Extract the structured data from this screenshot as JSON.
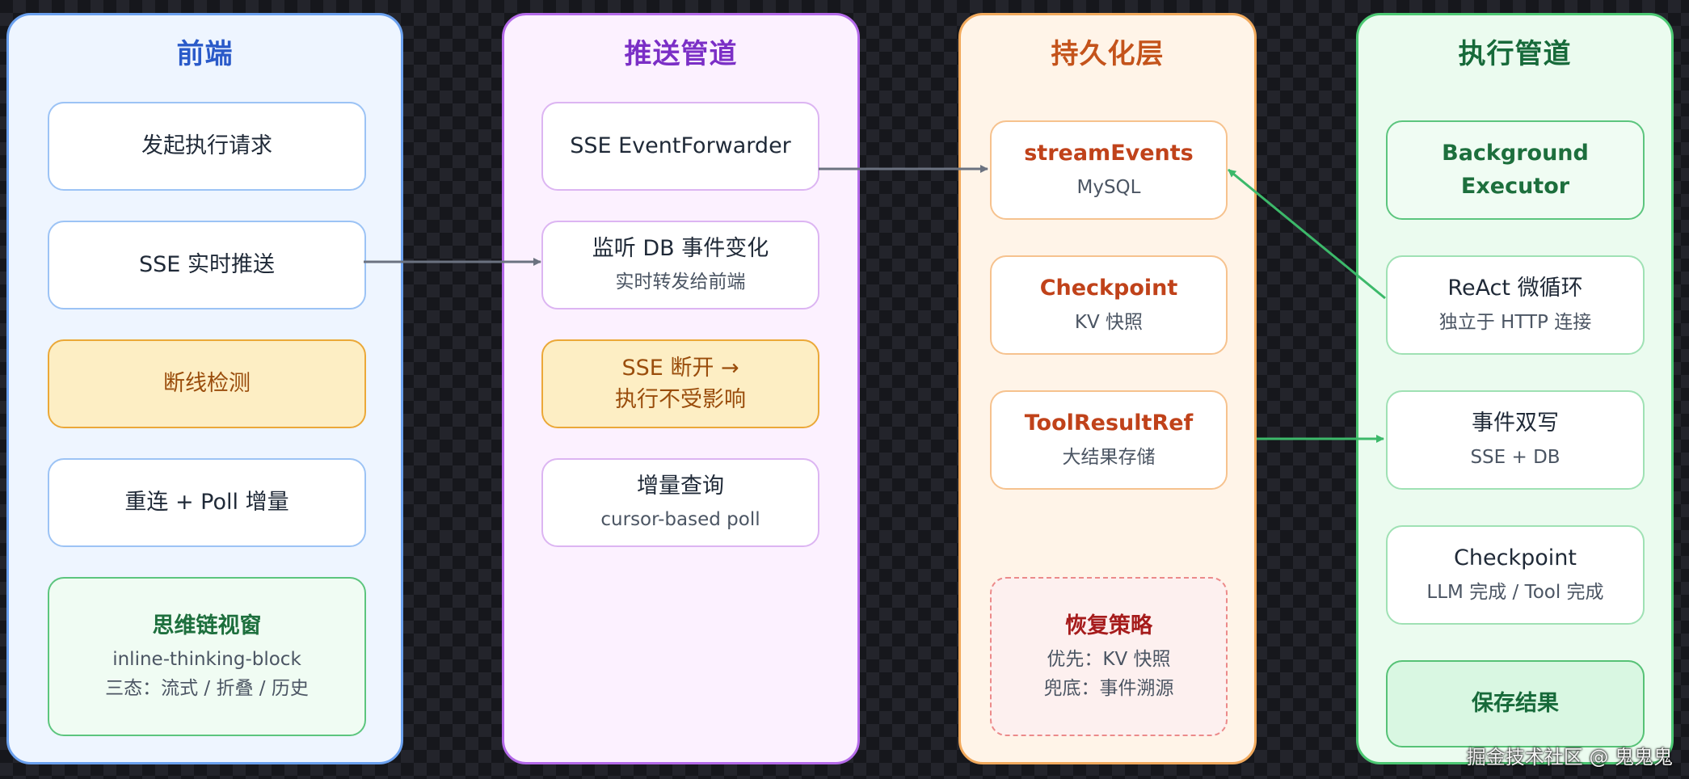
{
  "columns": {
    "frontend": {
      "title": "前端",
      "nodes": [
        {
          "title": "发起执行请求"
        },
        {
          "title": "SSE 实时推送"
        },
        {
          "title": "断线检测"
        },
        {
          "title": "重连 + Poll 增量"
        },
        {
          "title": "思维链视窗",
          "sub": "inline-thinking-block",
          "sub2": "三态：流式 / 折叠 / 历史"
        }
      ]
    },
    "push": {
      "title": "推送管道",
      "nodes": [
        {
          "title": "SSE EventForwarder"
        },
        {
          "title": "监听 DB 事件变化",
          "sub": "实时转发给前端"
        },
        {
          "title": "SSE 断开 →",
          "title2": "执行不受影响"
        },
        {
          "title": "增量查询",
          "sub": "cursor-based poll"
        }
      ]
    },
    "persist": {
      "title": "持久化层",
      "nodes": [
        {
          "title": "streamEvents",
          "sub": "MySQL"
        },
        {
          "title": "Checkpoint",
          "sub": "KV 快照"
        },
        {
          "title": "ToolResultRef",
          "sub": "大结果存储"
        },
        {
          "title": "恢复策略",
          "sub": "优先：KV 快照",
          "sub2": "兜底：事件溯源"
        }
      ]
    },
    "exec": {
      "title": "执行管道",
      "nodes": [
        {
          "title": "Background",
          "title2": "Executor"
        },
        {
          "title": "ReAct 微循环",
          "sub": "独立于 HTTP 连接"
        },
        {
          "title": "事件双写",
          "sub": "SSE + DB"
        },
        {
          "title": "Checkpoint",
          "sub": "LLM 完成 / Tool 完成"
        },
        {
          "title": "保存结果"
        }
      ]
    }
  },
  "colors": {
    "arrow_gray": "#6b7280",
    "arrow_green": "#3cb96a"
  },
  "watermark": "掘金技术社区 @ 鬼鬼鬼"
}
